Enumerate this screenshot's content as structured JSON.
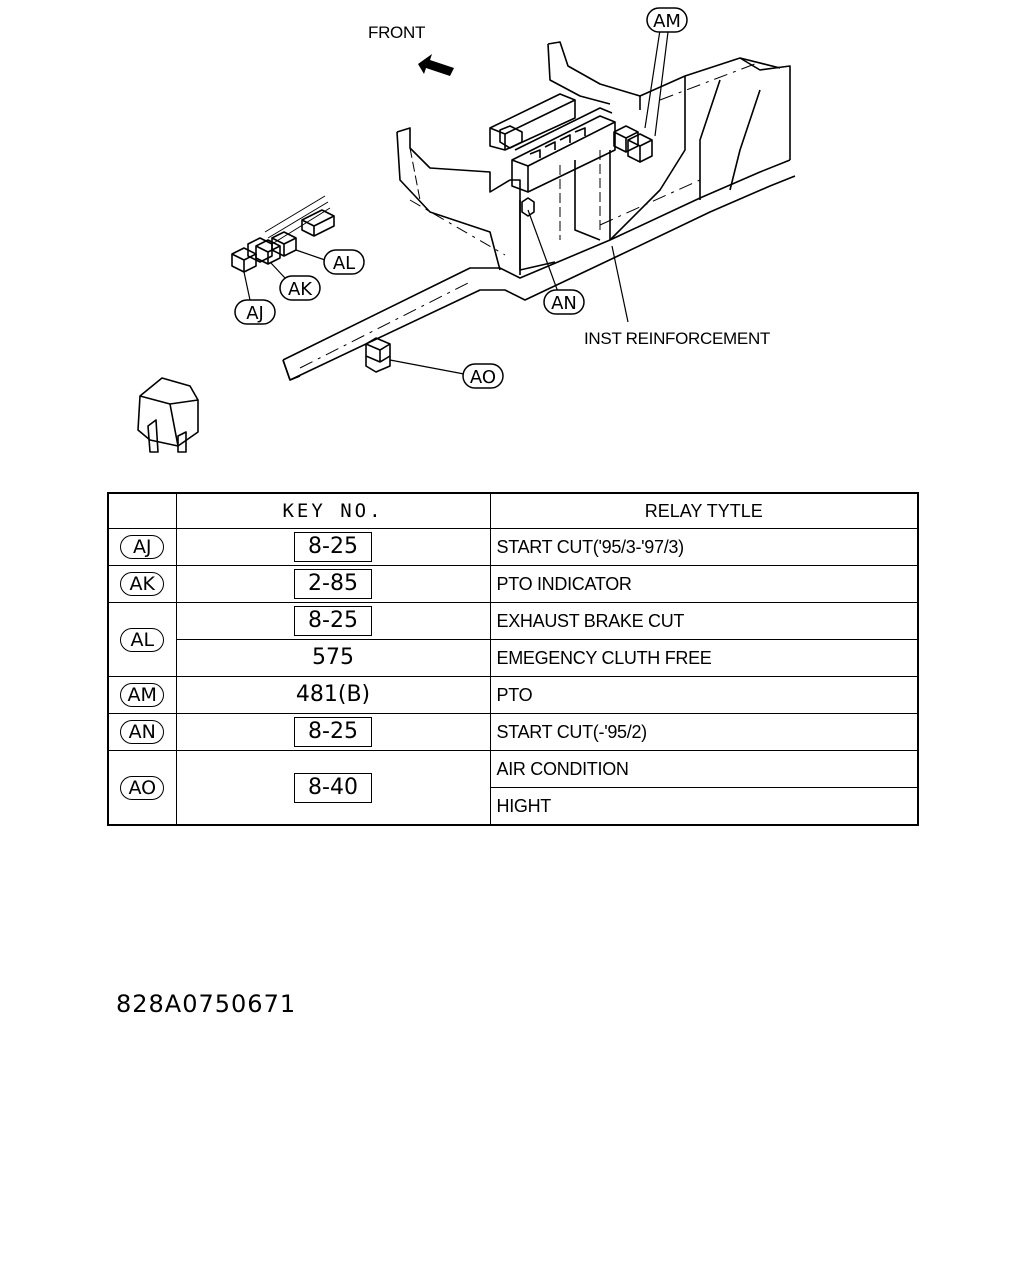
{
  "diagram": {
    "front_label": "FRONT",
    "reinforcement_label": "INST REINFORCEMENT",
    "callouts": {
      "am": "AM",
      "al": "AL",
      "ak": "AK",
      "aj": "AJ",
      "an": "AN",
      "ao": "AO"
    }
  },
  "table": {
    "header_key": "KEY NO.",
    "header_type": "RELAY TYTLE",
    "rows": [
      {
        "tag": "AJ",
        "keys": [
          {
            "value": "8-25",
            "boxed": true
          }
        ],
        "types": [
          "START CUT('95/3-'97/3)"
        ]
      },
      {
        "tag": "AK",
        "keys": [
          {
            "value": "2-85",
            "boxed": true
          }
        ],
        "types": [
          "PTO INDICATOR"
        ]
      },
      {
        "tag": "AL",
        "keys": [
          {
            "value": "8-25",
            "boxed": true
          },
          {
            "value": "575",
            "boxed": false
          }
        ],
        "types": [
          "EXHAUST BRAKE CUT",
          "EMEGENCY CLUTH FREE"
        ]
      },
      {
        "tag": "AM",
        "keys": [
          {
            "value": "481(B)",
            "boxed": false
          }
        ],
        "types": [
          "PTO"
        ]
      },
      {
        "tag": "AN",
        "keys": [
          {
            "value": "8-25",
            "boxed": true
          }
        ],
        "types": [
          "START CUT(-'95/2)"
        ]
      },
      {
        "tag": "AO",
        "keys": [
          {
            "value": "8-40",
            "boxed": true
          }
        ],
        "types": [
          "AIR CONDITION",
          "HIGHT"
        ]
      }
    ]
  },
  "catalog_number": "828A0750671"
}
